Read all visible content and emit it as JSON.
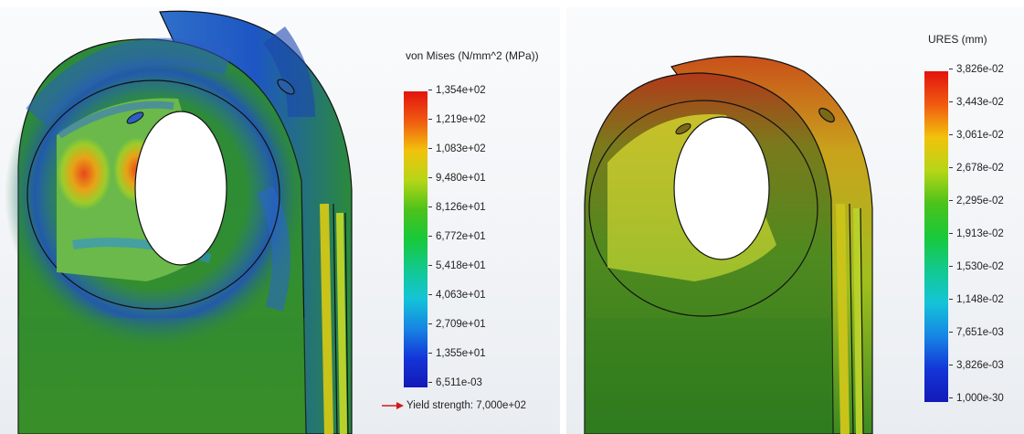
{
  "left_plot": {
    "legend_title": "von Mises (N/mm^2 (MPa))",
    "ticks": [
      "1,354e+02",
      "1,219e+02",
      "1,083e+02",
      "9,480e+01",
      "8,126e+01",
      "6,772e+01",
      "5,418e+01",
      "4,063e+01",
      "2,709e+01",
      "1,355e+01",
      "6,511e-03"
    ],
    "yield_label": "Yield strength: 7,000e+02",
    "yield_arrow_color": "#d0191b"
  },
  "right_plot": {
    "legend_title": "URES (mm)",
    "ticks": [
      "3,826e-02",
      "3,443e-02",
      "3,061e-02",
      "2,678e-02",
      "2,295e-02",
      "1,913e-02",
      "1,530e-02",
      "1,148e-02",
      "7,651e-03",
      "3,826e-03",
      "1,000e-30"
    ]
  },
  "colormap": [
    "#e2140e",
    "#f05a10",
    "#f2c20c",
    "#b6d617",
    "#4cc21a",
    "#18c93a",
    "#12c98e",
    "#14c4d8",
    "#1686e4",
    "#1436d8",
    "#1419b8"
  ]
}
